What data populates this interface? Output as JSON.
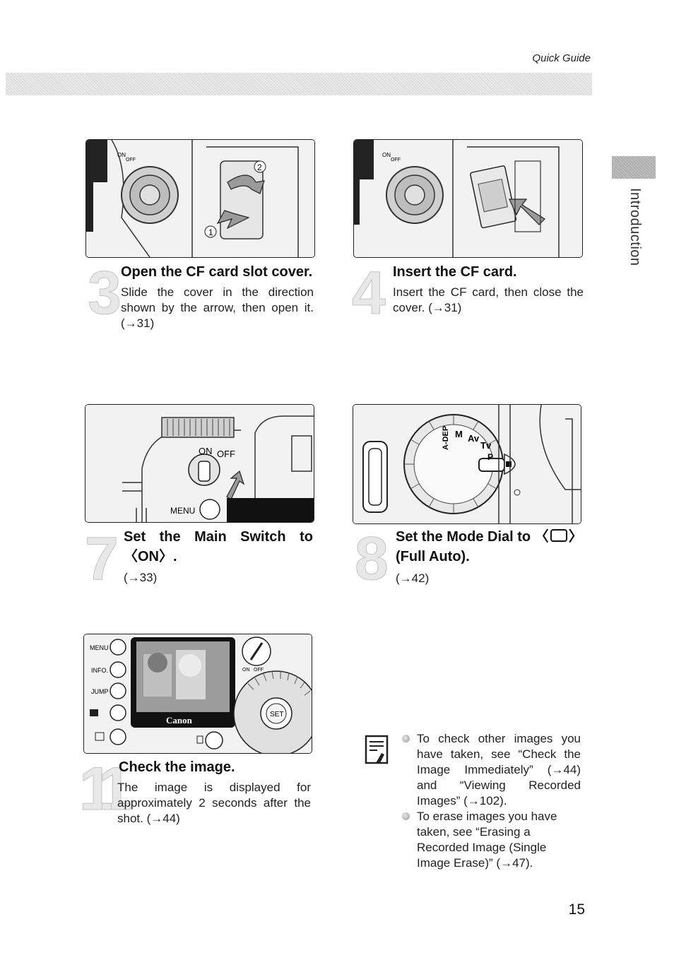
{
  "header": {
    "section_label": "Quick Guide"
  },
  "sidebar": {
    "tab_label": "Introduction"
  },
  "steps": [
    {
      "number": "3",
      "title": "Open the CF card slot cover.",
      "body_lines": [
        "Slide the cover in the direction",
        "shown by the arrow, then open it.",
        "(→31)"
      ],
      "illustration": {
        "name": "cf-slot-cover-illustration",
        "callouts": [
          "1",
          "2"
        ],
        "dial_labels": [
          "ON",
          "OFF"
        ]
      }
    },
    {
      "number": "4",
      "title": "Insert the CF card.",
      "body_lines": [
        "Insert the CF card, then close the",
        "cover. (→31)"
      ],
      "illustration": {
        "name": "cf-card-insert-illustration",
        "dial_labels": [
          "ON",
          "OFF"
        ]
      }
    },
    {
      "number": "7",
      "title_lines": [
        "Set the Main Switch to",
        "〈ON〉."
      ],
      "body_lines": [
        "(→33)"
      ],
      "illustration": {
        "name": "main-switch-illustration",
        "switch_labels": [
          "ON",
          "OFF"
        ],
        "button_label": "MENU"
      }
    },
    {
      "number": "8",
      "title_prefix": "Set the Mode Dial to 〈",
      "title_suffix": "〉",
      "title_line2": "(Full Auto).",
      "body_lines": [
        "(→42)"
      ],
      "illustration": {
        "name": "mode-dial-illustration",
        "dial_marks": [
          "A-DEP",
          "M",
          "Av",
          "Tv",
          "P"
        ]
      }
    },
    {
      "number": "11",
      "title": "Check the image.",
      "body_lines": [
        "The image is displayed for",
        "approximately 2 seconds after the",
        "shot. (→44)"
      ],
      "illustration": {
        "name": "lcd-review-illustration",
        "button_labels": [
          "MENU",
          "INFO.",
          "JUMP"
        ],
        "brand": "Canon",
        "set_label": "SET",
        "switch_labels": [
          "ON",
          "OFF"
        ]
      }
    }
  ],
  "memo": {
    "items": [
      [
        "To check other images you",
        "have taken, see “Check the",
        "Image Immediately” (→44)",
        "and “Viewing Recorded",
        "Images” (→102)."
      ],
      [
        "To erase images you have",
        "taken, see “Erasing a",
        "Recorded Image (Single",
        "Image Erase)” (→47)."
      ]
    ]
  },
  "page": {
    "number": "15"
  }
}
